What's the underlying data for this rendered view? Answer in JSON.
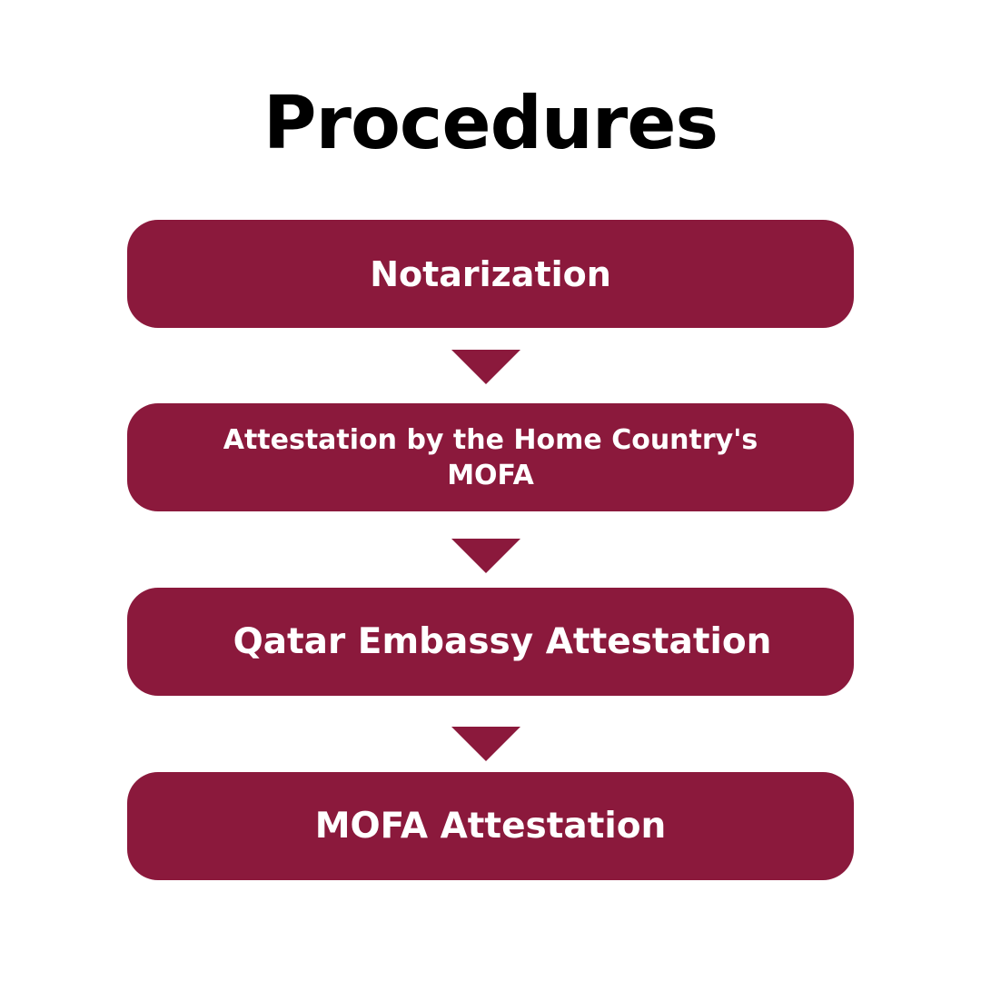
{
  "title": "Procedures",
  "colors": {
    "step_fill": "#8B193C",
    "step_text": "#FFFFFF",
    "title": "#000000",
    "background": "#FFFFFF"
  },
  "steps": [
    {
      "label": "Notarization"
    },
    {
      "label": "Attestation by the Home Country's MOFA"
    },
    {
      "label": "Qatar Embassy Attestation"
    },
    {
      "label": "MOFA Attestation"
    }
  ],
  "connectors": [
    {
      "icon": "down-arrow-icon"
    },
    {
      "icon": "down-arrow-icon"
    },
    {
      "icon": "down-arrow-icon"
    }
  ]
}
